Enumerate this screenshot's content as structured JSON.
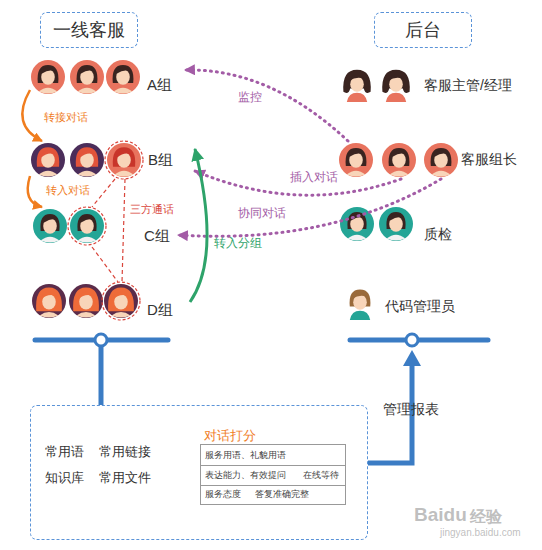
{
  "diagram": {
    "nodes": [
      {
        "text": [
          "一线客服"
        ]
      },
      {
        "text": [
          "后台"
        ]
      },
      {
        "text": [
          "A组"
        ]
      },
      {
        "text": [
          "B组"
        ]
      },
      {
        "text": [
          "C组"
        ]
      },
      {
        "text": [
          "D组"
        ]
      },
      {
        "text": [
          "客服主管/经理"
        ]
      },
      {
        "text": [
          "客服组长"
        ]
      },
      {
        "text": [
          "质检"
        ]
      },
      {
        "text": [
          "代码管理员"
        ]
      },
      {
        "text": [
          "常用语",
          "常用链接",
          "知识库",
          "常用文件"
        ]
      },
      {
        "text": [
          "对话打分",
          "服务用语、礼貌用语",
          "表达能力、有效提问",
          "在线等待",
          "服务态度",
          "答复准确完整"
        ],
        "in": 10
      }
    ],
    "edges": [
      {
        "from": 7,
        "to": 2,
        "label": "监控",
        "arrow": "to"
      },
      {
        "from": 7,
        "to": 3,
        "label": "插入对话",
        "arrow": "to"
      },
      {
        "from": 7,
        "to": 4,
        "label": "协同对话",
        "arrow": "to"
      },
      {
        "from": 5,
        "to": 3,
        "label": "转入分组",
        "arrow": "to"
      },
      {
        "from": 2,
        "to": 3,
        "label": "转接对话",
        "arrow": "to"
      },
      {
        "from": 3,
        "to": 4,
        "label": "转入对话",
        "arrow": "to"
      },
      {
        "from": 3,
        "to": 4,
        "arrow": "none"
      },
      {
        "from": 4,
        "to": 5,
        "arrow": "none"
      },
      {
        "from": 3,
        "to": 5,
        "label": "三方通话",
        "arrow": "none"
      }
    ],
    "labels": [
      "管理报表",
      "Baidu",
      "经验",
      "jingyan.baidu.com"
    ]
  }
}
